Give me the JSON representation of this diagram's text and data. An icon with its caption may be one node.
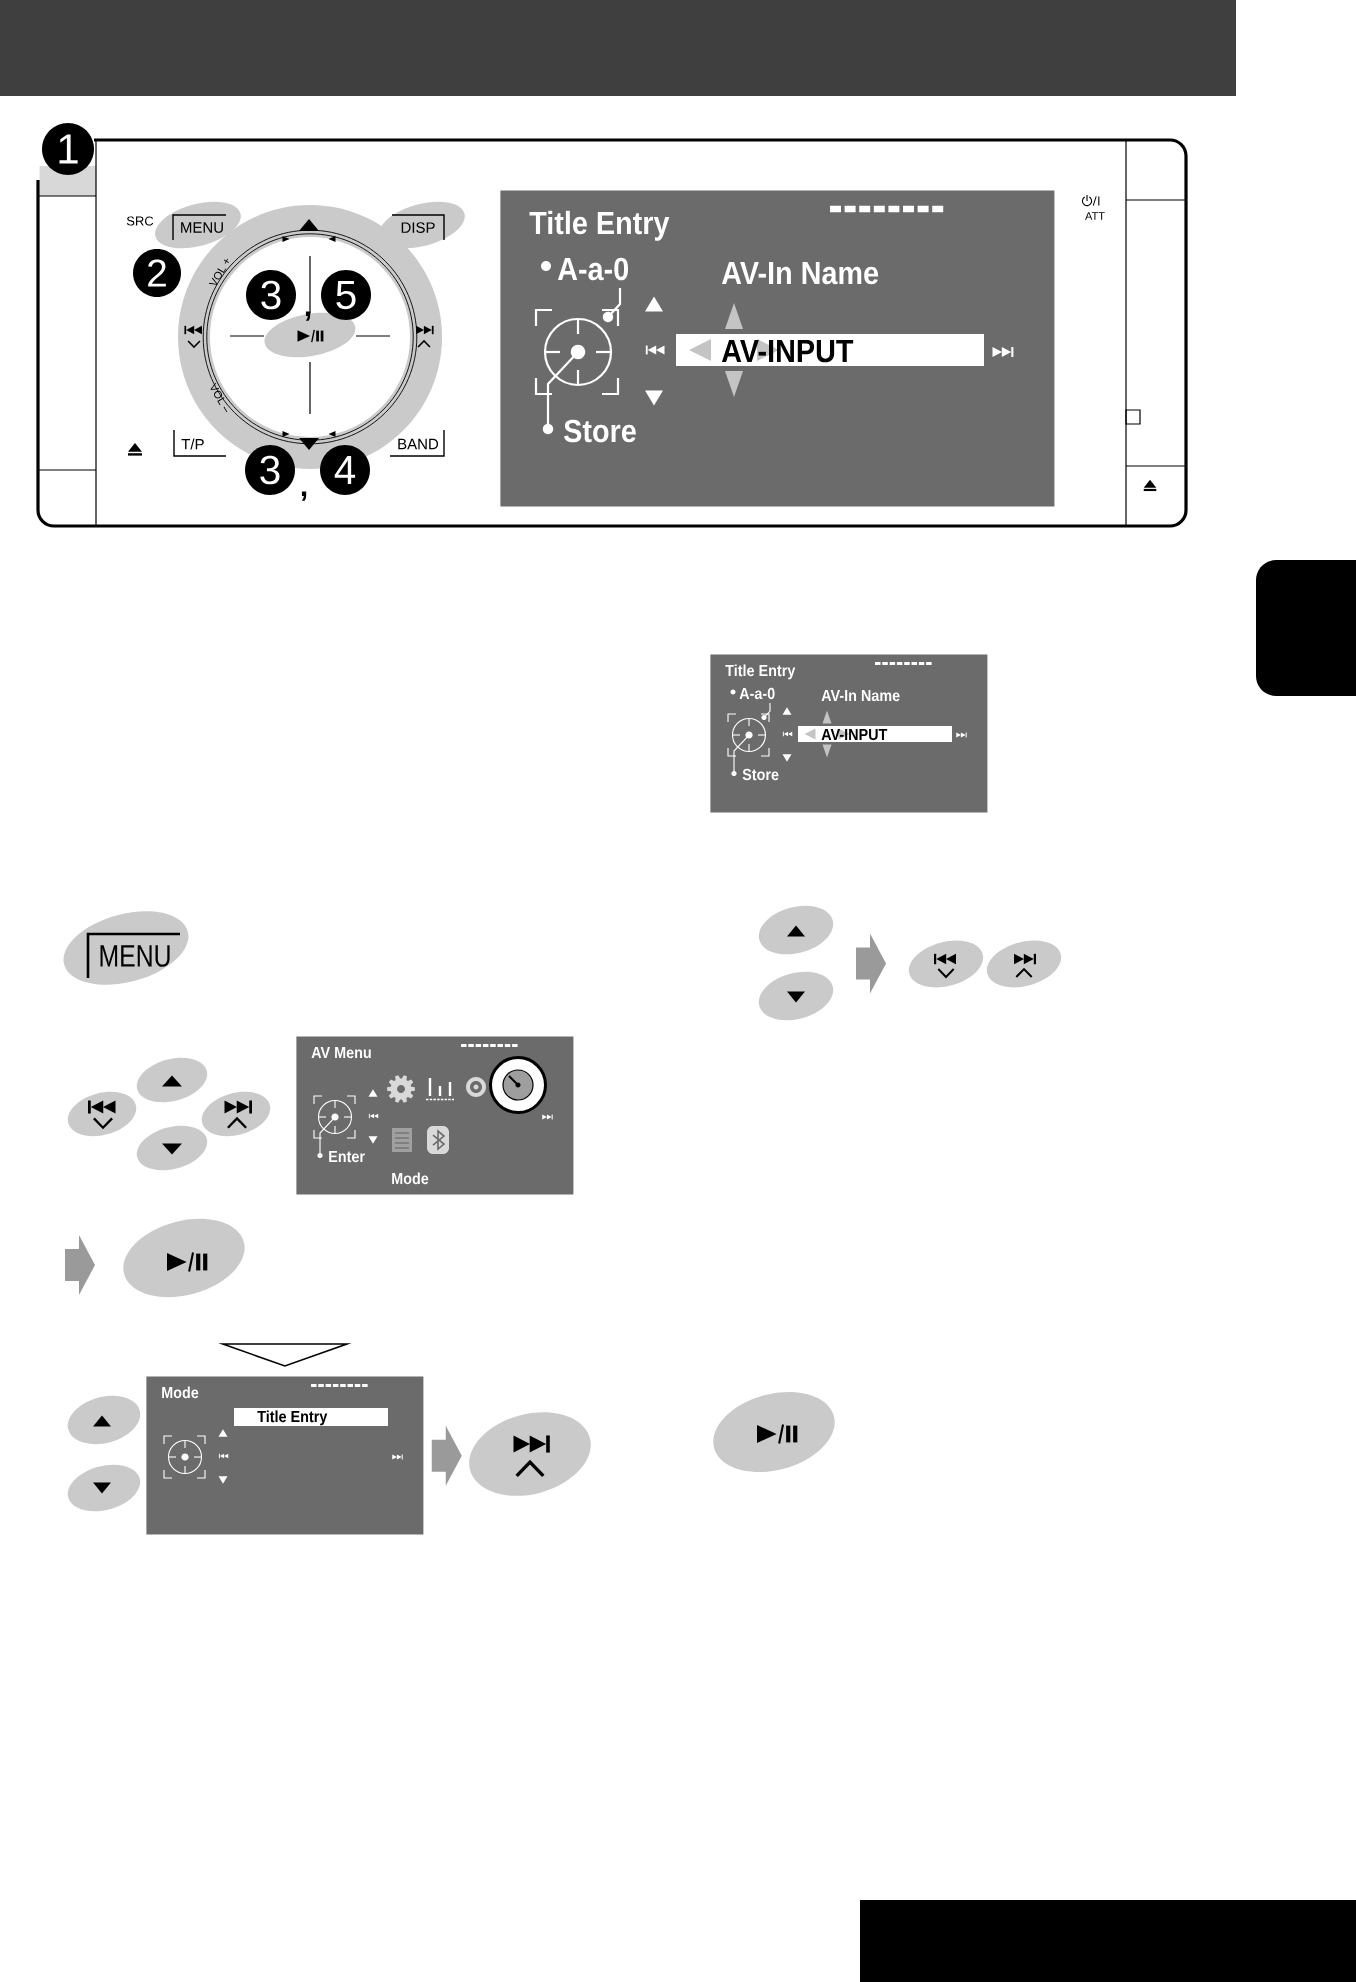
{
  "diagram": {
    "nodes": [
      {
        "text": [
          "MENU"
        ]
      },
      {
        "text": [
          "DISP"
        ]
      },
      {
        "text": [],
        "shape": "ellipse"
      },
      {
        "text": [
          "Title Entry",
          "A-a-0",
          "AV-In Name",
          "AV-INPUT",
          "Store"
        ]
      },
      {
        "text": [
          "Title Entry",
          "A-a-0",
          "AV-In Name",
          "AV-INPUT",
          "Store"
        ]
      },
      {
        "text": [
          "MENU"
        ]
      },
      {
        "text": [],
        "shape": "ellipse"
      },
      {
        "text": [],
        "shape": "ellipse"
      },
      {
        "text": [],
        "shape": "ellipse"
      },
      {
        "text": [],
        "shape": "ellipse"
      },
      {
        "text": [
          "AV Menu",
          "Enter",
          "Mode"
        ]
      },
      {
        "text": [],
        "shape": "ellipse"
      },
      {
        "text": [],
        "shape": "ellipse"
      },
      {
        "text": [],
        "shape": "ellipse"
      },
      {
        "text": [
          "Mode",
          "Title Entry"
        ]
      },
      {
        "text": [],
        "shape": "ellipse"
      },
      {
        "text": [],
        "shape": "ellipse"
      },
      {
        "text": [],
        "shape": "ellipse"
      },
      {
        "text": [],
        "shape": "ellipse"
      },
      {
        "text": [],
        "shape": "ellipse"
      },
      {
        "text": [],
        "shape": "ellipse"
      }
    ],
    "edges": [
      {
        "from": null,
        "to": 11,
        "arrow": "to"
      },
      {
        "from": null,
        "to": 14,
        "arrow": "to"
      },
      {
        "from": 14,
        "to": 15,
        "arrow": "to"
      },
      {
        "from": 16,
        "to": 18,
        "arrow": "to"
      },
      {
        "from": 17,
        "to": 18,
        "arrow": "to"
      }
    ],
    "labels": [
      "1",
      "SRC",
      "2",
      "VOL +",
      "3",
      ",",
      "5",
      "VOL –",
      "T/P",
      "BAND",
      "3",
      ",",
      "4",
      "ATT"
    ]
  }
}
